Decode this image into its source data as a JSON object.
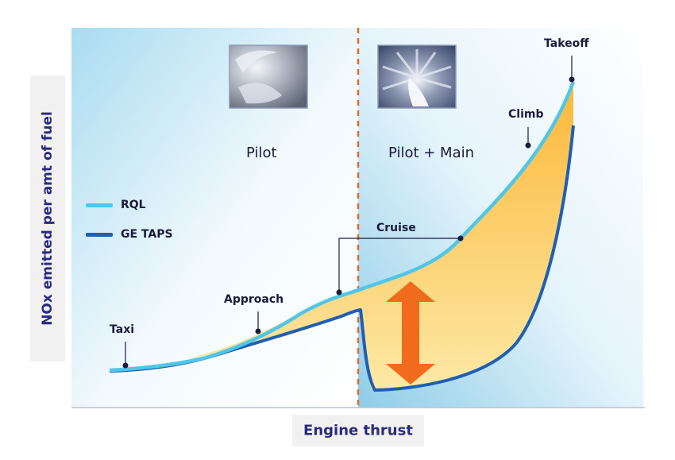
{
  "chart_data": {
    "type": "area",
    "xlabel": "Engine thrust",
    "ylabel": "NOx emitted per amt of fuel",
    "phases": [
      {
        "name": "pilot",
        "label": "Pilot"
      },
      {
        "name": "pilot-main",
        "label": "Pilot + Main"
      }
    ],
    "series": [
      {
        "name": "RQL",
        "color": "#4fc6ea"
      },
      {
        "name": "GE TAPS",
        "color": "#1e5fb4"
      }
    ],
    "annotations": [
      {
        "name": "taxi",
        "label": "Taxi"
      },
      {
        "name": "approach",
        "label": "Approach"
      },
      {
        "name": "cruise",
        "label": "Cruise"
      },
      {
        "name": "climb",
        "label": "Climb"
      },
      {
        "name": "takeoff",
        "label": "Takeoff"
      }
    ],
    "colors": {
      "fill_band": "#fbc046",
      "arrow": "#f26a1b",
      "divider": "#e36a2e",
      "left_bg": "#a9dcf0",
      "right_bg": "#9ed3ea"
    }
  }
}
